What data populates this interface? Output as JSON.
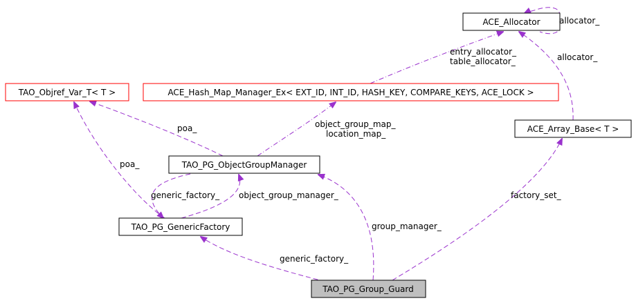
{
  "colors": {
    "edge": "#9a32cd",
    "template_border": "#ff0000",
    "class_border": "#000000",
    "focus_fill": "#bfbfbf"
  },
  "nodes": {
    "ace_allocator": "ACE_Allocator",
    "tao_objref_var": "TAO_Objref_Var_T< T >",
    "ace_hash_map": "ACE_Hash_Map_Manager_Ex< EXT_ID, INT_ID, HASH_KEY, COMPARE_KEYS, ACE_LOCK >",
    "ace_array_base": "ACE_Array_Base< T >",
    "object_group_manager": "TAO_PG_ObjectGroupManager",
    "generic_factory": "TAO_PG_GenericFactory",
    "group_guard": "TAO_PG_Group_Guard"
  },
  "edge_labels": {
    "allocator_self": "allocator_",
    "entry_allocator": "entry_allocator_",
    "table_allocator": "table_allocator_",
    "allocator_array": "allocator_",
    "poa_ogm": "poa_",
    "poa_gf": "poa_",
    "object_group_map": "object_group_map_",
    "location_map": "location_map_",
    "generic_factory_ogm": "generic_factory_",
    "object_group_manager_gf": "object_group_manager_",
    "group_manager": "group_manager_",
    "factory_set": "factory_set_",
    "generic_factory_guard": "generic_factory_"
  }
}
